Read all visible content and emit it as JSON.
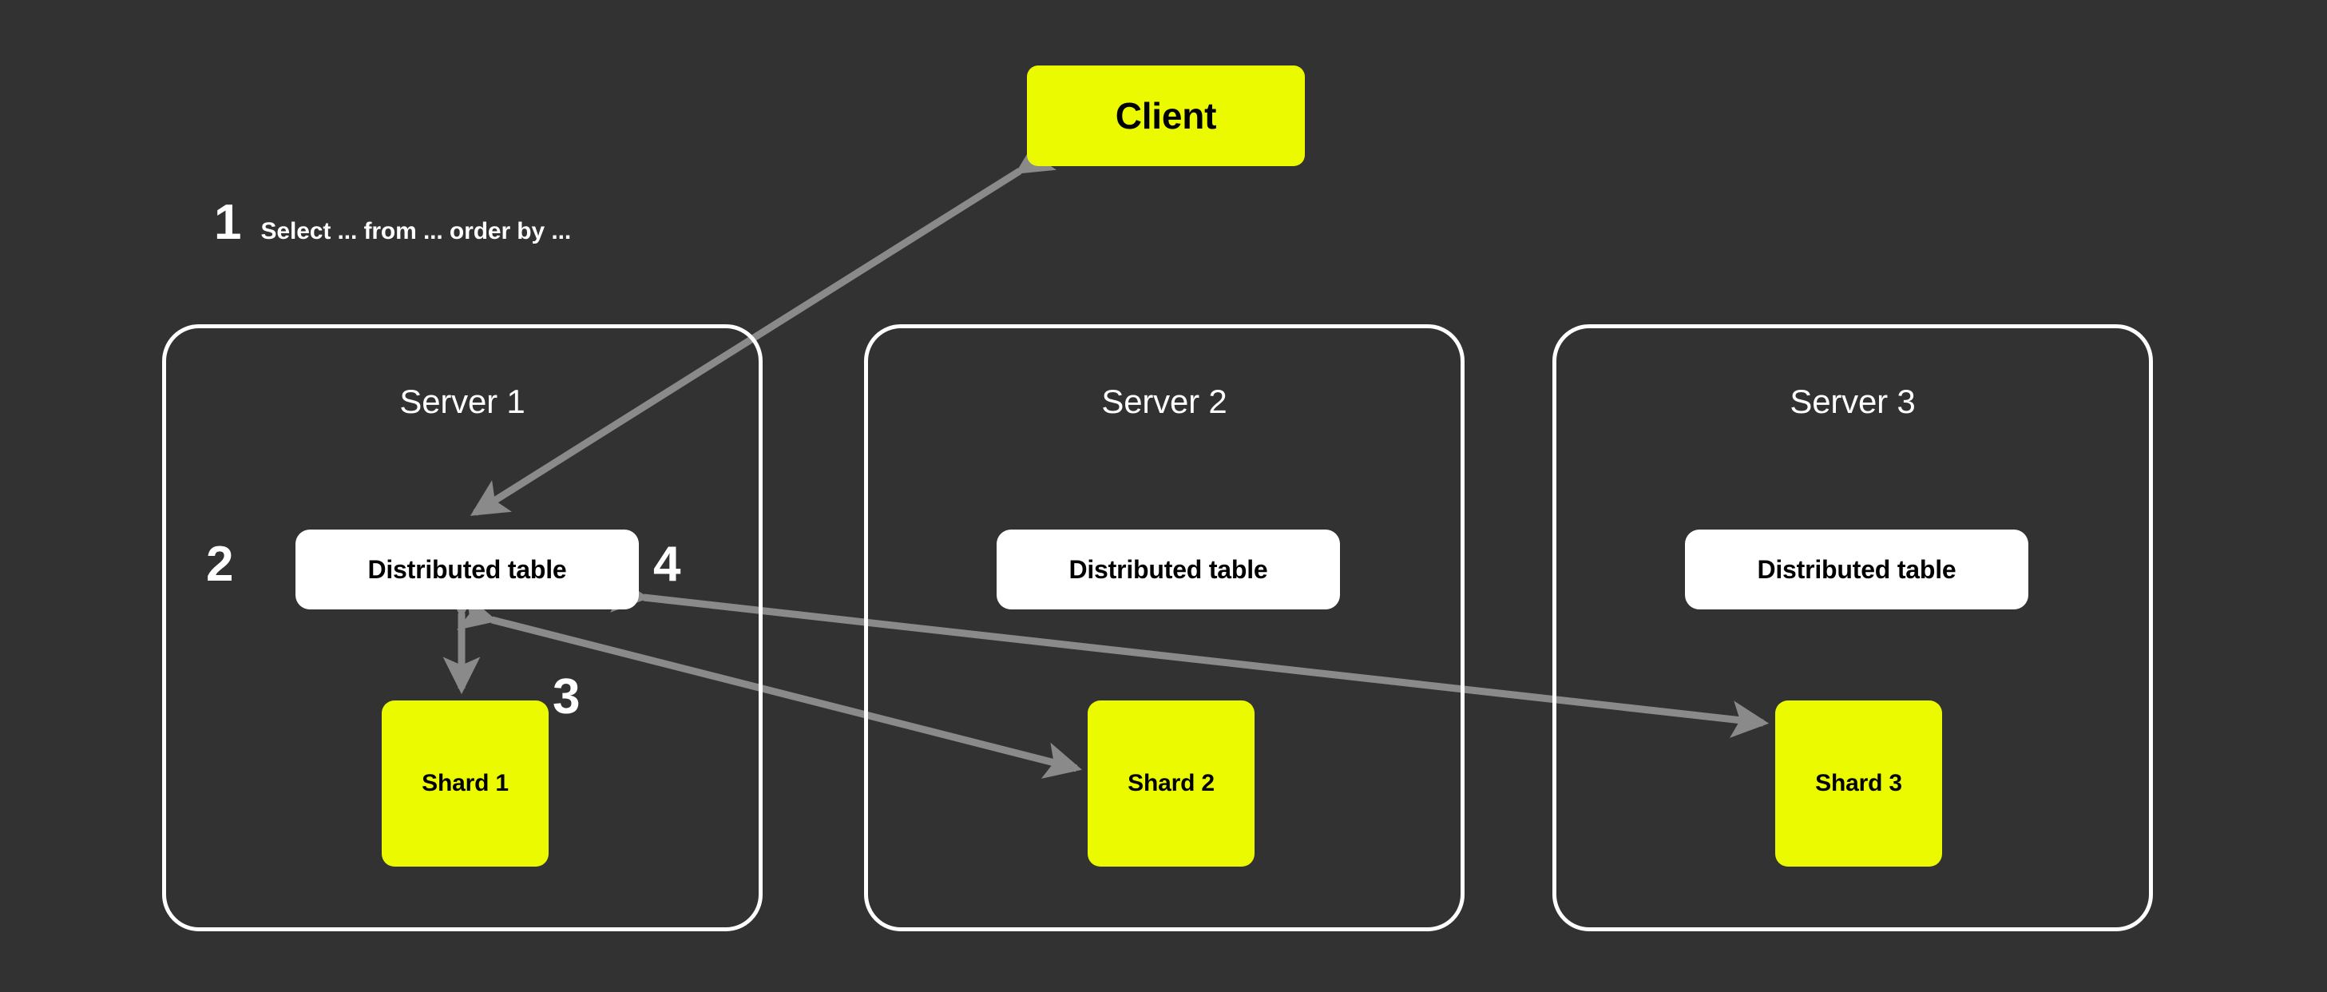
{
  "diagram": {
    "title": "Distributed table query flow across shards",
    "background_color": "#323232",
    "accent_color": "#ecfa00",
    "border_color": "#ffffff",
    "arrow_color": "#8a8a8a"
  },
  "client": {
    "label": "Client"
  },
  "steps": [
    {
      "number": "1",
      "text": "Select ... from ... order by ..."
    },
    {
      "number": "2",
      "text": ""
    },
    {
      "number": "3",
      "text": ""
    },
    {
      "number": "4",
      "text": ""
    }
  ],
  "servers": [
    {
      "title": "Server 1",
      "distributed_table": "Distributed table",
      "shard": "Shard 1"
    },
    {
      "title": "Server 2",
      "distributed_table": "Distributed table",
      "shard": "Shard 2"
    },
    {
      "title": "Server 3",
      "distributed_table": "Distributed table",
      "shard": "Shard 3"
    }
  ],
  "connections": [
    {
      "name": "client-to-distributed-table-1",
      "direction": "bidirectional",
      "from": "Client",
      "to": "Server 1 Distributed table"
    },
    {
      "name": "distributed-table-1-to-shard-1",
      "direction": "bidirectional",
      "from": "Server 1 Distributed table",
      "to": "Shard 1"
    },
    {
      "name": "distributed-table-1-to-shard-2",
      "direction": "bidirectional",
      "from": "Server 1 Distributed table",
      "to": "Shard 2"
    },
    {
      "name": "distributed-table-1-to-shard-3",
      "direction": "bidirectional",
      "from": "Server 1 Distributed table",
      "to": "Shard 3"
    }
  ]
}
